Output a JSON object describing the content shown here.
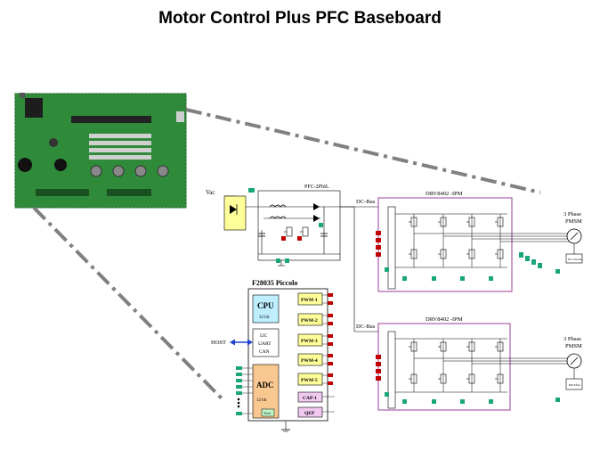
{
  "title": "Motor Control Plus PFC Baseboard",
  "labels": {
    "vac": "Vac",
    "pfc": "PFC-2PhIL",
    "dc_bus_top": "DC-Bus",
    "dc_bus_bottom": "DC-Bus",
    "drv_top": "DRV8402 -IPM",
    "drv_bottom": "DRV8402 -IPM",
    "piccolo": "F28035  Piccolo",
    "cpu": "CPU",
    "cpu_sub": "32 bit",
    "comm1": "I2C",
    "comm2": "UART",
    "comm3": "CAN",
    "host": "HOST",
    "adc": "ADC",
    "adc_sub": "12 bit",
    "vref": "Vref",
    "pwm1": "PWM-1",
    "pwm2": "PWM-2",
    "pwm3": "PWM-3",
    "pwm4": "PWM-4",
    "pwm5": "PWM-5",
    "cap1": "CAP-1",
    "qep": "QEP",
    "motor_top_1": "3 Phase",
    "motor_top_2": "PMSM",
    "motor_bottom_1": "3 Phase",
    "motor_bottom_2": "PMSM",
    "encoder_top": "Enc. Encoder",
    "encoder_bottom": "Hall Effect"
  },
  "colors": {
    "cpu_fill": "#bfefff",
    "pwm_fill": "#ffff99",
    "adc_fill": "#f8c890",
    "cap_fill": "#f0c8f0",
    "drv_border": "#9b3b9b",
    "pfc_fill": "#ffff99",
    "pin_red": "#c00000",
    "pin_green": "#1aa57a",
    "host_arrow": "#1f3fcf",
    "pcb_green": "#2f8a3a"
  }
}
